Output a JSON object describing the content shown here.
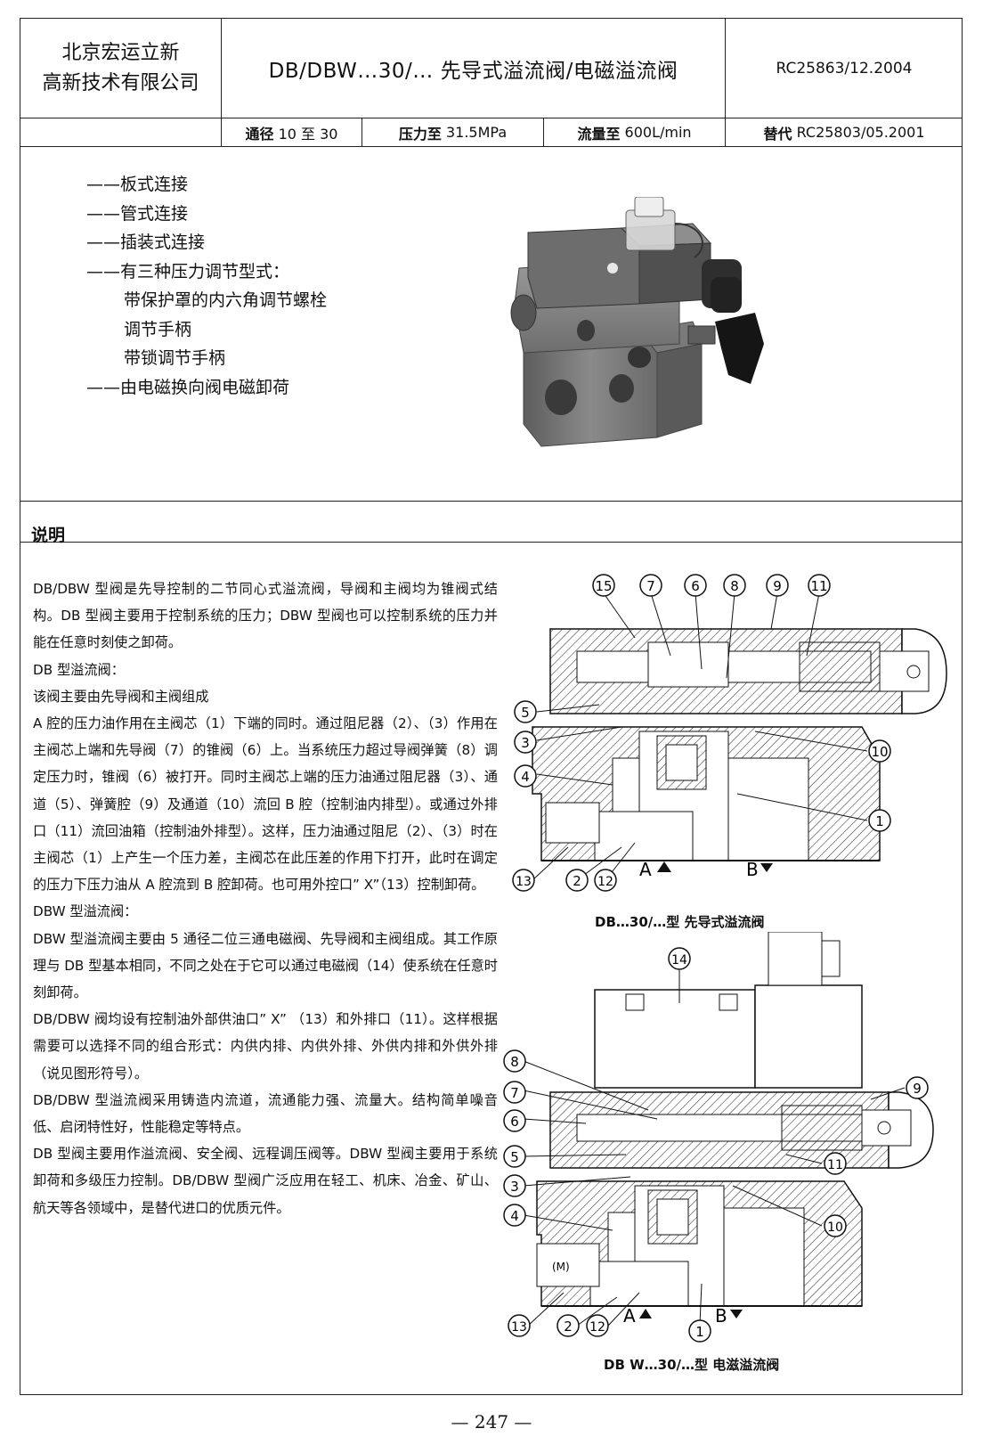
{
  "header": {
    "company_line1": "北京宏运立新",
    "company_line2": "高新技术有限公司",
    "title": "DB/DBW…30/… 先导式溢流阀/电磁溢流阀",
    "doc_code": "RC25863/12.2004",
    "specs": {
      "diameter_label": "通径",
      "diameter_value": "10 至 30",
      "pressure_label": "压力至",
      "pressure_value": "31.5MPa",
      "flow_label": "流量至",
      "flow_value": "600L/min",
      "replace_label": "替代",
      "replace_value": "RC25803/05.2001"
    }
  },
  "features": [
    "——板式连接",
    "——管式连接",
    "——插装式连接",
    "——有三种压力调节型式：",
    "带保护罩的内六角调节螺栓",
    "调节手柄",
    "带锁调节手柄",
    "——由电磁换向阀电磁卸荷"
  ],
  "section_title": "说明",
  "description": [
    "DB/DBW 型阀是先导控制的二节同心式溢流阀，导阀和主阀均为锥阀式结构。DB 型阀主要用于控制系统的压力；DBW 型阀也可以控制系统的压力并能在任意时刻使之卸荷。",
    "DB 型溢流阀：",
    "该阀主要由先导阀和主阀组成",
    "A 腔的压力油作用在主阀芯（1）下端的同时。通过阻尼器（2）、（3）作用在主阀芯上端和先导阀（7）的锥阀（6）上。当系统压力超过导阀弹簧（8）调定压力时，锥阀（6）被打开。同时主阀芯上端的压力油通过阻尼器（3）、通道（5）、弹簧腔（9）及通道（10）流回 B 腔（控制油内排型）。或通过外排口（11）流回油箱（控制油外排型）。这样，压力油通过阻尼（2）、（3）时在主阀芯（1）上产生一个压力差，主阀芯在此压差的作用下打开，此时在调定的压力下压力油从 A 腔流到 B 腔卸荷。也可用外控口” X”（13）控制卸荷。",
    "DBW 型溢流阀：",
    "DBW 型溢流阀主要由 5 通径二位三通电磁阀、先导阀和主阀组成。其工作原理与 DB 型基本相同，不同之处在于它可以通过电磁阀（14）使系统在任意时刻卸荷。",
    "DB/DBW 阀均设有控制油外部供油口” X” （13）和外排口（11）。这样根据需要可以选择不同的组合形式：内供内排、内供外排、外供内排和外供外排（说见图形符号）。",
    "DB/DBW 型溢流阀采用铸造内流道，流通能力强、流量大。结构简单噪音低、启闭特性好，性能稳定等特点。",
    "DB 型阀主要用作溢流阀、安全阀、远程调压阀等。DBW 型阀主要用于系统卸荷和多级压力控制。DB/DBW 型阀广泛应用在轻工、机床、冶金、矿山、航天等各领域中，是替代进口的优质元件。"
  ],
  "diagram1": {
    "caption": "DB…30/…型  先导式溢流阀",
    "top_labels": [
      "15",
      "7",
      "6",
      "8",
      "9",
      "11"
    ],
    "left_labels": [
      "5",
      "3",
      "4"
    ],
    "right_labels": [
      "10",
      "1"
    ],
    "bottom_labels": [
      "13",
      "2",
      "12"
    ],
    "port_a": "A",
    "port_b": "B"
  },
  "diagram2": {
    "caption": "DB W…30/…型  电滋溢流阀",
    "top_label": "14",
    "left_labels": [
      "8",
      "7",
      "6",
      "5",
      "3",
      "4"
    ],
    "right_labels": [
      "9",
      "11",
      "10"
    ],
    "bottom_labels": [
      "13",
      "2",
      "12",
      "1"
    ],
    "port_a": "A",
    "port_b": "B",
    "plug_mark": "(M)"
  },
  "page_number": "— 247 —"
}
